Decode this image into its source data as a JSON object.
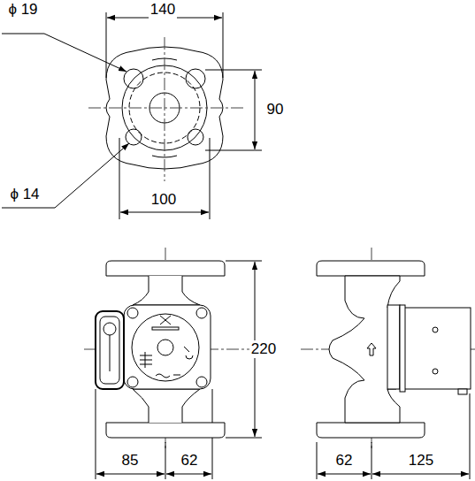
{
  "diagram": {
    "labels": [
      "ϕ 19",
      "140",
      "90",
      "ϕ 14",
      "100",
      "220",
      "85",
      "62",
      "62",
      "125"
    ]
  }
}
